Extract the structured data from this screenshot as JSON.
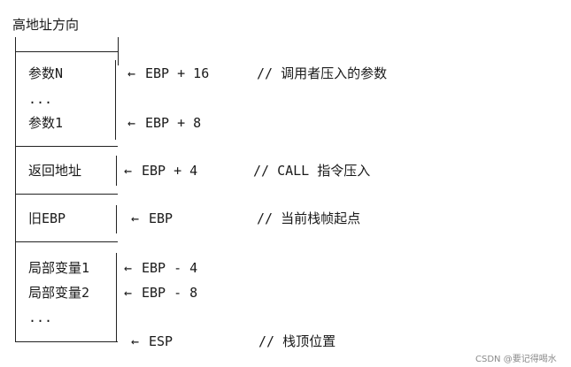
{
  "heading": "高地址方向",
  "rows": [
    {
      "cell": "参数N",
      "arrow": "←",
      "reg": "EBP + 16",
      "comment": "// 调用者压入的参数"
    },
    {
      "cell": "...",
      "arrow": "",
      "reg": "",
      "comment": ""
    },
    {
      "cell": "参数1",
      "arrow": "←",
      "reg": "EBP + 8",
      "comment": ""
    },
    {
      "cell": "返回地址",
      "arrow": "←",
      "reg": "EBP + 4",
      "comment": "// CALL 指令压入"
    },
    {
      "cell": "旧EBP",
      "arrow": "←",
      "reg": "EBP",
      "comment": "// 当前栈帧起点"
    },
    {
      "cell": "局部变量1",
      "arrow": "←",
      "reg": "EBP - 4",
      "comment": ""
    },
    {
      "cell": "局部变量2",
      "arrow": "←",
      "reg": "EBP - 8",
      "comment": ""
    },
    {
      "cell": "...",
      "arrow": "",
      "reg": "",
      "comment": ""
    }
  ],
  "bottom": {
    "arrow": "←",
    "reg": "ESP",
    "comment": "// 栈顶位置"
  },
  "watermark": "CSDN @要记得喝水"
}
